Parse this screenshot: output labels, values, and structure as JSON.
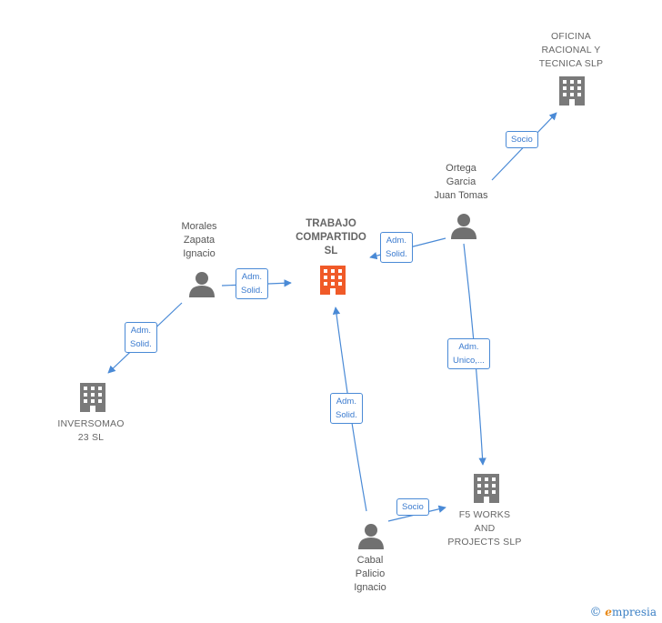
{
  "nodes": {
    "trabajo": {
      "lines": [
        "TRABAJO",
        "COMPARTIDO",
        "SL"
      ],
      "type": "company",
      "focus": true
    },
    "oficina": {
      "lines": [
        "OFICINA",
        "RACIONAL Y",
        "TECNICA SLP"
      ],
      "type": "company"
    },
    "ortega": {
      "lines": [
        "Ortega",
        "Garcia",
        "Juan Tomas"
      ],
      "type": "person"
    },
    "morales": {
      "lines": [
        "Morales",
        "Zapata",
        "Ignacio"
      ],
      "type": "person"
    },
    "inversomao": {
      "lines": [
        "INVERSOMAO",
        "23  SL"
      ],
      "type": "company"
    },
    "f5works": {
      "lines": [
        "F5 WORKS",
        "AND",
        "PROJECTS  SLP"
      ],
      "type": "company"
    },
    "cabal": {
      "lines": [
        "Cabal",
        "Palicio",
        "Ignacio"
      ],
      "type": "person"
    }
  },
  "edges": {
    "ortega_oficina": {
      "lines": [
        "Socio"
      ]
    },
    "ortega_trabajo": {
      "lines": [
        "Adm.",
        "Solid."
      ]
    },
    "morales_trabajo": {
      "lines": [
        "Adm.",
        "Solid."
      ]
    },
    "morales_inversomao": {
      "lines": [
        "Adm.",
        "Solid."
      ]
    },
    "ortega_f5works": {
      "lines": [
        "Adm.",
        "Unico,..."
      ]
    },
    "cabal_trabajo": {
      "lines": [
        "Adm.",
        "Solid."
      ]
    },
    "cabal_f5works": {
      "lines": [
        "Socio"
      ]
    }
  },
  "colors": {
    "edge": "#4a8ad6",
    "company_icon": "#7a7a7a",
    "focus_icon": "#f05a28",
    "person_icon": "#707070"
  },
  "brand": {
    "copyright": "©",
    "initial": "e",
    "rest": "mpresia"
  }
}
